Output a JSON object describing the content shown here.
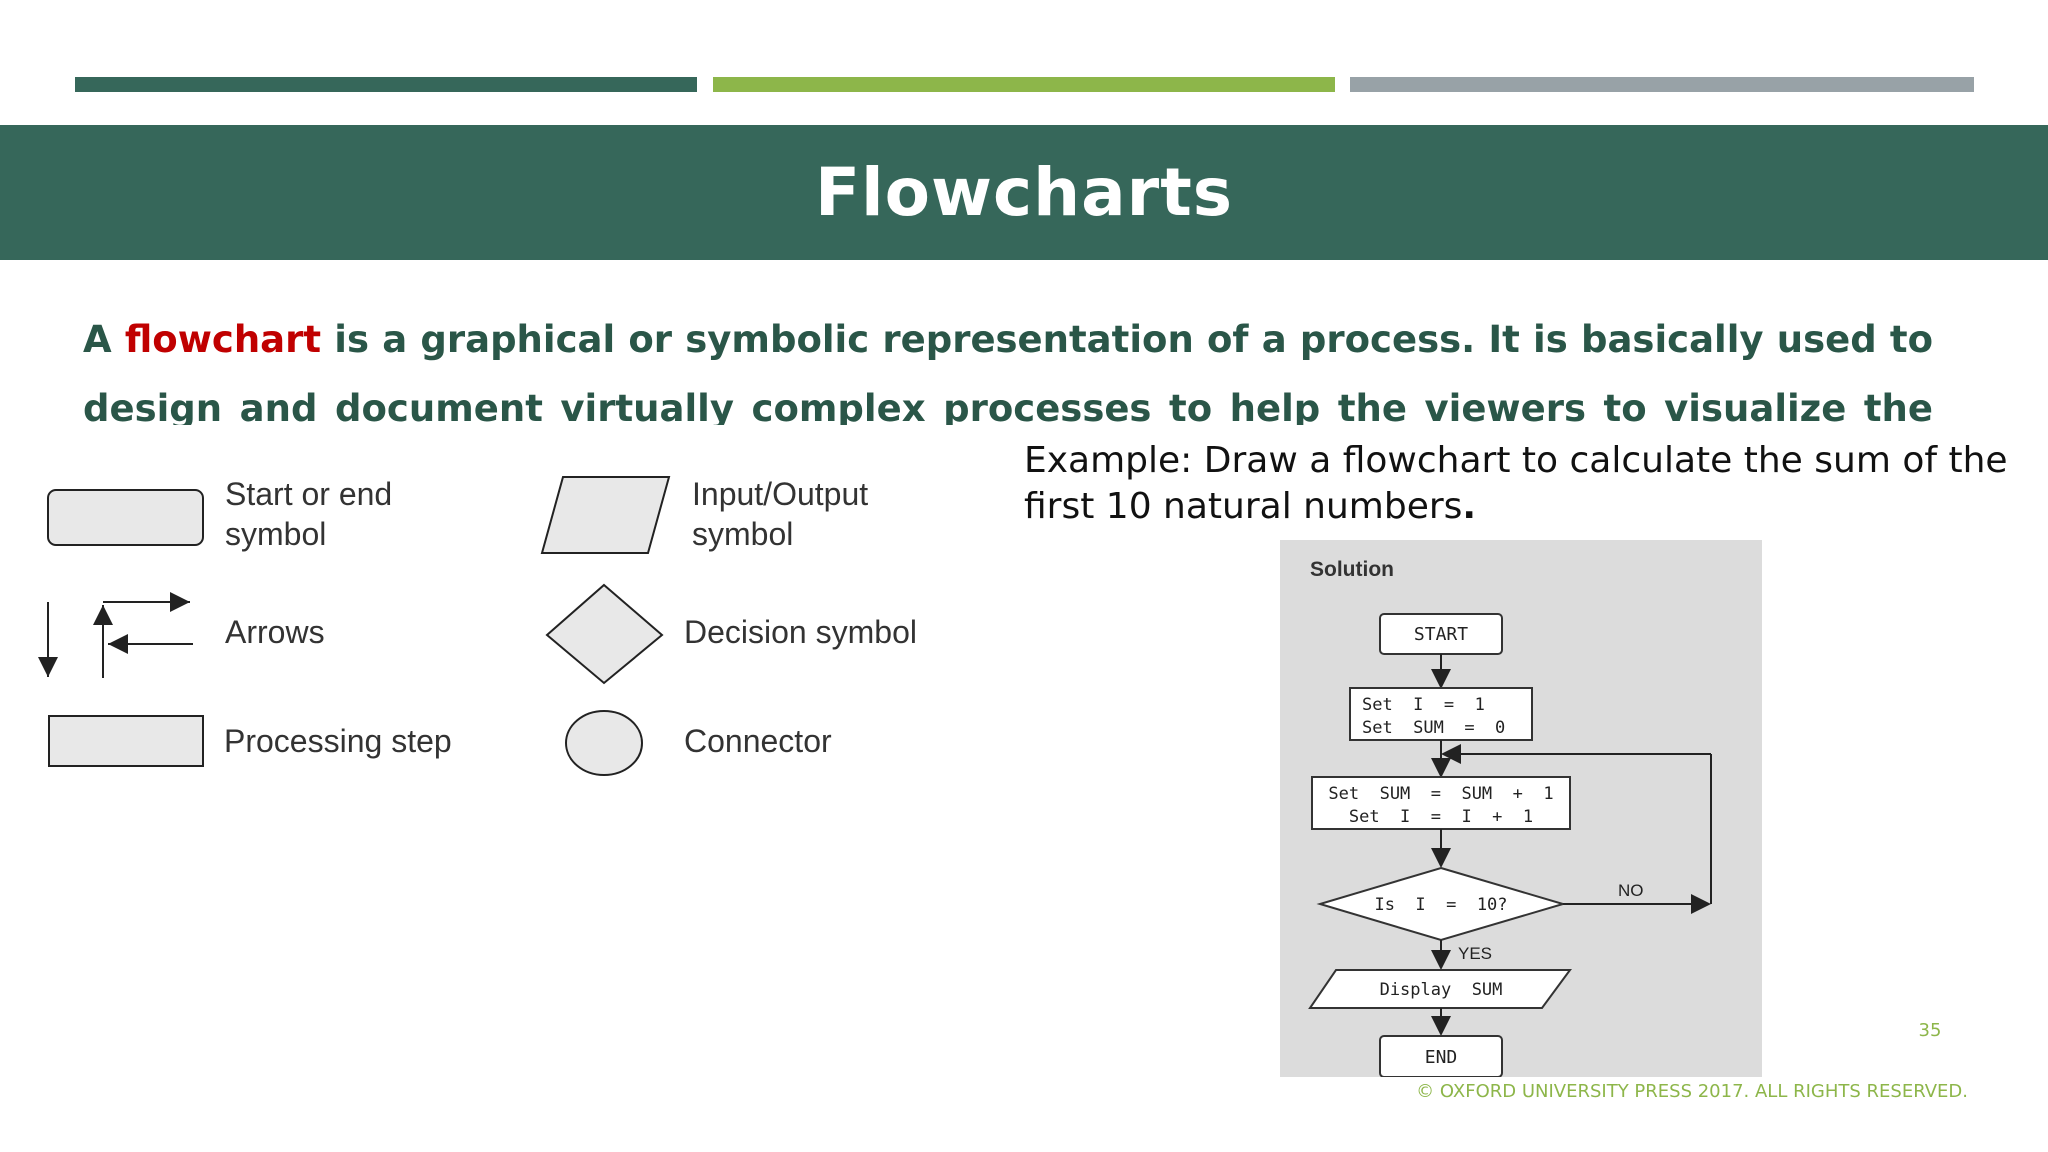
{
  "slide": {
    "title": "Flowcharts",
    "page_number": "35",
    "copyright": "© OXFORD UNIVERSITY PRESS 2017. ALL RIGHTS RESERVED."
  },
  "definition": {
    "prefix": "A ",
    "keyword": "flowchart",
    "text": " is a graphical or symbolic representation of a process. It is basically used to design and document virtually complex processes to help the viewers to visualize the logic of the"
  },
  "legend": {
    "start_end": "Start or end\nsymbol",
    "input_output": "Input/Output\nsymbol",
    "arrows": "Arrows",
    "decision": "Decision symbol",
    "processing": "Processing step",
    "connector": "Connector"
  },
  "example": {
    "text": "Example: Draw a flowchart to calculate the sum of the first 10   natural numbers",
    "end_mark": "."
  },
  "solution": {
    "heading": "Solution",
    "start": "START",
    "init_line1": "Set  I  =  1",
    "init_line2": "Set  SUM  =  0",
    "update_line1": "Set  SUM  =  SUM  +  1",
    "update_line2": "Set  I  =  I  +  1",
    "decision": "Is  I  =  10?",
    "no_label": "NO",
    "yes_label": "YES",
    "display": "Display  SUM",
    "end": "END"
  },
  "colors": {
    "accent_dark_green": "#36675a",
    "accent_light_green": "#8db64a",
    "accent_gray": "#98a2a7",
    "keyword_red": "#c00000"
  }
}
